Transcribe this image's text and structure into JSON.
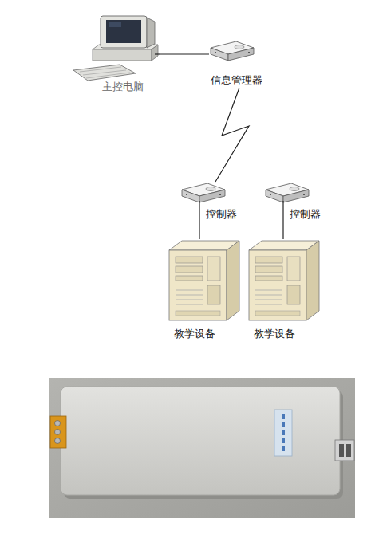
{
  "diagram": {
    "nodes": [
      {
        "text": [
          "主控电脑"
        ]
      },
      {
        "text": [
          "信息管理器"
        ]
      },
      {
        "text": [
          "控制器"
        ]
      },
      {
        "text": [
          "控制器"
        ]
      },
      {
        "text": [
          "教学设备"
        ]
      },
      {
        "text": [
          "教学设备"
        ]
      }
    ],
    "edges": [
      {
        "from": 0,
        "to": 1,
        "arrow": "none"
      },
      {
        "from": 1,
        "to": 2,
        "arrow": "none"
      },
      {
        "from": 2,
        "to": 4,
        "arrow": "none"
      },
      {
        "from": 3,
        "to": 5,
        "arrow": "none"
      }
    ]
  }
}
